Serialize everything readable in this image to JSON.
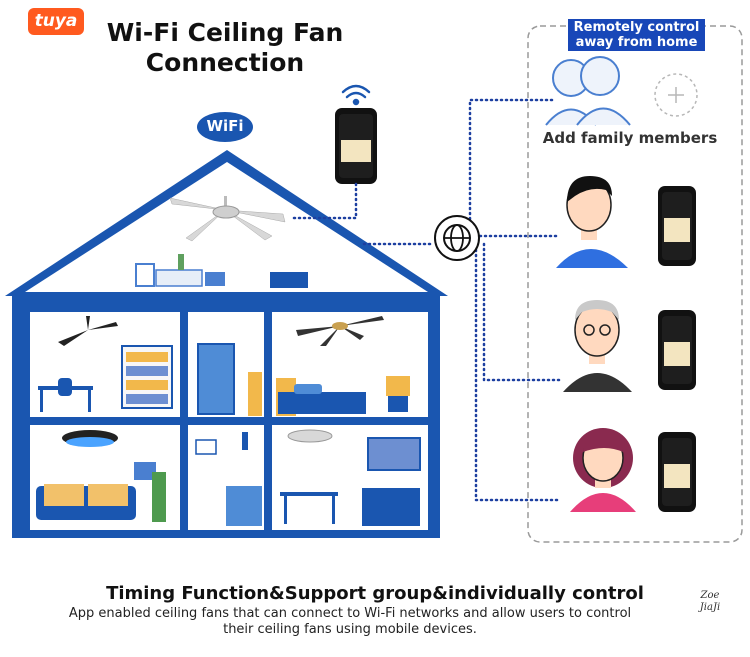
{
  "logo": {
    "text": "tuya",
    "color": "#ff5a1f"
  },
  "title": {
    "line1": "Wi-Fi Ceiling Fan",
    "line2": "Connection"
  },
  "wifi_badge": "WiFi",
  "remote_box": {
    "line1": "Remotely control",
    "line2": "away from home",
    "color": "#1847b8"
  },
  "family": {
    "label": "Add family members"
  },
  "phone_screen_title": "Ceiling Fan",
  "bottom": {
    "title": "Timing Function&Support group&individually control",
    "desc_line1": "App enabled ceiling fans that can connect to Wi-Fi networks and allow users to control",
    "desc_line2": "their ceiling fans using mobile devices."
  },
  "signature": {
    "line1": "Zoe",
    "line2": "JiaJi"
  },
  "colors": {
    "house": "#1a56b0",
    "dots": "#1c3fa0",
    "room_wall": "#ffffff"
  },
  "icons": [
    "wifi-icon",
    "globe-icon",
    "plus-icon",
    "phone-icon",
    "fan-icon",
    "person-icon"
  ]
}
